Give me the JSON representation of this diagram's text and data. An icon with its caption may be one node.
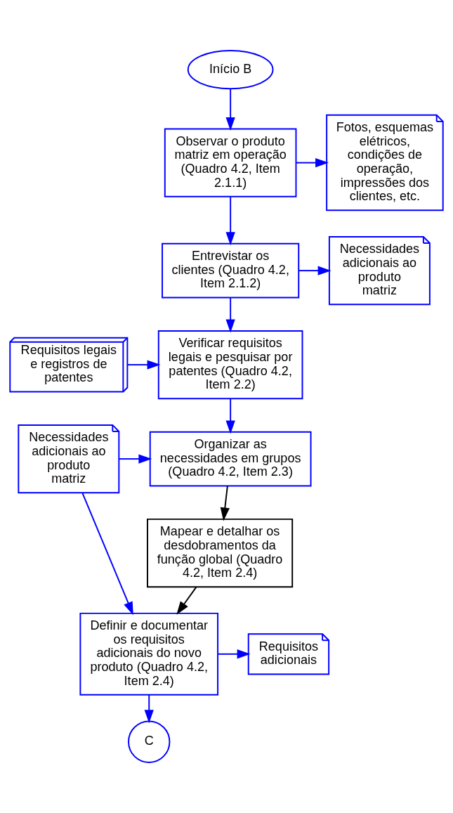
{
  "diagram": {
    "nodes": [
      {
        "text": [
          "Início B"
        ]
      },
      {
        "text": [
          "Observar o produto matriz em operação (Quadro 4.2, Item 2.1.1)"
        ]
      },
      {
        "text": [
          "Fotos, esquemas elétricos, condições de operação, impressões dos clientes, etc."
        ]
      },
      {
        "text": [
          "Entrevistar os clientes (Quadro 4.2, Item 2.1.2)"
        ]
      },
      {
        "text": [
          "Necessidades adicionais ao produto matriz"
        ]
      },
      {
        "text": [
          "Requisitos legais e registros de patentes"
        ]
      },
      {
        "text": [
          "Verificar requisitos legais e pesquisar por patentes (Quadro 4.2, Item 2.2)"
        ]
      },
      {
        "text": [
          "Necessidades adicionais ao produto matriz"
        ]
      },
      {
        "text": [
          "Organizar as necessidades em grupos (Quadro 4.2, Item 2.3)"
        ]
      },
      {
        "text": [
          "Mapear e detalhar os desdobramentos da função global (Quadro 4.2, Item 2.4)"
        ]
      },
      {
        "text": [
          "Definir e documentar os requisitos adicionais do novo produto (Quadro 4.2, Item 2.4)"
        ]
      },
      {
        "text": [
          "Requisitos adicionais"
        ]
      },
      {
        "text": [
          "C"
        ]
      }
    ],
    "edges": [
      {
        "from": 0,
        "to": 1,
        "arrow": "to"
      },
      {
        "from": 1,
        "to": 2,
        "arrow": "to"
      },
      {
        "from": 1,
        "to": 3,
        "arrow": "to"
      },
      {
        "from": 3,
        "to": 4,
        "arrow": "to"
      },
      {
        "from": 3,
        "to": 6,
        "arrow": "to"
      },
      {
        "from": 5,
        "to": 6,
        "arrow": "to"
      },
      {
        "from": 6,
        "to": 8,
        "arrow": "to"
      },
      {
        "from": 7,
        "to": 8,
        "arrow": "to"
      },
      {
        "from": 8,
        "to": 9,
        "arrow": "to",
        "color": "#000000"
      },
      {
        "from": 9,
        "to": 10,
        "arrow": "to",
        "color": "#000000"
      },
      {
        "from": 7,
        "to": 10,
        "arrow": "to"
      },
      {
        "from": 10,
        "to": 11,
        "arrow": "to"
      },
      {
        "from": 10,
        "to": 12,
        "arrow": "to"
      }
    ]
  }
}
